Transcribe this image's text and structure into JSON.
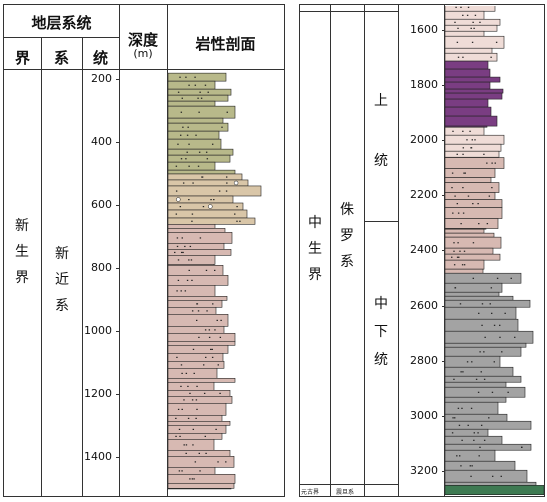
{
  "headers": {
    "strata_system": "地层系统",
    "era": "界",
    "system": "系",
    "series": "统",
    "depth": "深度",
    "depth_unit": "(m)",
    "lithology": "岩性剖面"
  },
  "left_units": {
    "era": "新生界",
    "system": "新近系"
  },
  "right_units": {
    "era": "中生界",
    "system": "侏罗系",
    "upper_series": "上统",
    "lower_series": "中下统"
  },
  "footer": {
    "era": "元古界",
    "system": "震旦系"
  },
  "depth_ticks_left": [
    "200",
    "400",
    "600",
    "800",
    "1000",
    "1200",
    "1400"
  ],
  "depth_ticks_right": [
    "1600",
    "1800",
    "2000",
    "2200",
    "2400",
    "2600",
    "2800",
    "3000",
    "3200"
  ],
  "colors": {
    "siltstone_olive": "#b8b98a",
    "mudstone_pink": "#d7b9b2",
    "sandstone_tan": "#d9c6a8",
    "purple_mudstone": "#7a3d82",
    "pale_pink": "#efdcd7",
    "grey_shale": "#a3a3a3",
    "green_basement": "#3e7a52"
  },
  "lithology_left": [
    {
      "from": 180,
      "to": 500,
      "kind": "siltstone_olive"
    },
    {
      "from": 500,
      "to": 570,
      "kind": "sandstone_tan"
    },
    {
      "from": 570,
      "to": 660,
      "kind": "sandstone_tan"
    },
    {
      "from": 660,
      "to": 790,
      "kind": "mudstone_pink"
    },
    {
      "from": 790,
      "to": 1500,
      "kind": "mudstone_pink"
    }
  ],
  "lithology_right": [
    {
      "from": 1500,
      "to": 1710,
      "kind": "pale_pink"
    },
    {
      "from": 1710,
      "to": 1950,
      "kind": "purple_mudstone"
    },
    {
      "from": 1950,
      "to": 2060,
      "kind": "pale_pink"
    },
    {
      "from": 2060,
      "to": 2320,
      "kind": "mudstone_pink"
    },
    {
      "from": 2320,
      "to": 2480,
      "kind": "mudstone_pink"
    },
    {
      "from": 2480,
      "to": 3250,
      "kind": "grey_shale"
    },
    {
      "from": 3250,
      "to": 3300,
      "kind": "green_basement"
    }
  ]
}
